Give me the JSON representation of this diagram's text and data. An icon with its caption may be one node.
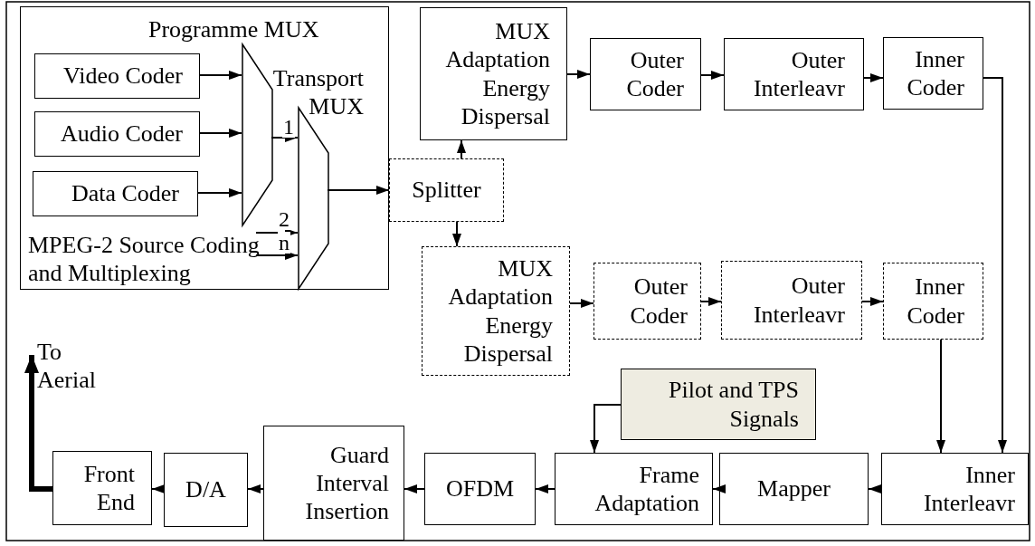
{
  "diagram": {
    "nodes": [
      {
        "text": [
          "MPEG-2 Source Coding and Multiplexing"
        ]
      },
      {
        "text": [
          "Video Coder"
        ],
        "in": 0
      },
      {
        "text": [
          "Audio Coder"
        ],
        "in": 0
      },
      {
        "text": [
          "Data Coder"
        ],
        "in": 0
      },
      {
        "text": [
          "Programme MUX"
        ],
        "in": 0
      },
      {
        "text": [
          "Transport MUX"
        ],
        "in": 0
      },
      {
        "text": [
          "Splitter"
        ]
      },
      {
        "text": [
          "MUX Adaptation Energy Dispersal"
        ]
      },
      {
        "text": [
          "Outer Coder"
        ]
      },
      {
        "text": [
          "Outer Interleavr"
        ]
      },
      {
        "text": [
          "Inner Coder"
        ]
      },
      {
        "text": [
          "MUX Adaptation Energy Dispersal"
        ]
      },
      {
        "text": [
          "Outer Coder"
        ]
      },
      {
        "text": [
          "Outer Interleavr"
        ]
      },
      {
        "text": [
          "Inner Coder"
        ]
      },
      {
        "text": [
          "Pilot and TPS Signals"
        ]
      },
      {
        "text": [
          "Inner Interleavr"
        ]
      },
      {
        "text": [
          "Mapper"
        ]
      },
      {
        "text": [
          "Frame Adaptation"
        ]
      },
      {
        "text": [
          "OFDM"
        ]
      },
      {
        "text": [
          "Guard Interval Insertion"
        ]
      },
      {
        "text": [
          "D/A"
        ]
      },
      {
        "text": [
          "Front End"
        ]
      },
      {
        "text": [
          "To Aerial"
        ]
      }
    ],
    "edges": [
      {
        "from": 1,
        "to": 4,
        "arrow": "to"
      },
      {
        "from": 2,
        "to": 4,
        "arrow": "to"
      },
      {
        "from": 3,
        "to": 4,
        "arrow": "to"
      },
      {
        "from": 4,
        "to": 5,
        "arrow": "to",
        "label": "1"
      },
      {
        "from": null,
        "to": 5,
        "arrow": "to",
        "label": "2"
      },
      {
        "from": null,
        "to": 5,
        "arrow": "to",
        "label": "n"
      },
      {
        "from": 5,
        "to": 6,
        "arrow": "to"
      },
      {
        "from": 6,
        "to": 7,
        "arrow": "to"
      },
      {
        "from": 6,
        "to": 11,
        "arrow": "to"
      },
      {
        "from": 7,
        "to": 8,
        "arrow": "to"
      },
      {
        "from": 8,
        "to": 9,
        "arrow": "to"
      },
      {
        "from": 9,
        "to": 10,
        "arrow": "to"
      },
      {
        "from": 10,
        "to": 16,
        "arrow": "to"
      },
      {
        "from": 11,
        "to": 12,
        "arrow": "to"
      },
      {
        "from": 12,
        "to": 13,
        "arrow": "to"
      },
      {
        "from": 13,
        "to": 14,
        "arrow": "to"
      },
      {
        "from": 14,
        "to": 16,
        "arrow": "to"
      },
      {
        "from": 15,
        "to": 18,
        "arrow": "to"
      },
      {
        "from": 16,
        "to": 17,
        "arrow": "to"
      },
      {
        "from": 17,
        "to": 18,
        "arrow": "to"
      },
      {
        "from": 18,
        "to": 19,
        "arrow": "to"
      },
      {
        "from": 19,
        "to": 20,
        "arrow": "to"
      },
      {
        "from": 20,
        "to": 21,
        "arrow": "to"
      },
      {
        "from": 21,
        "to": 22,
        "arrow": "to"
      },
      {
        "from": 22,
        "to": 23,
        "arrow": "to",
        "style": "thick"
      }
    ]
  }
}
